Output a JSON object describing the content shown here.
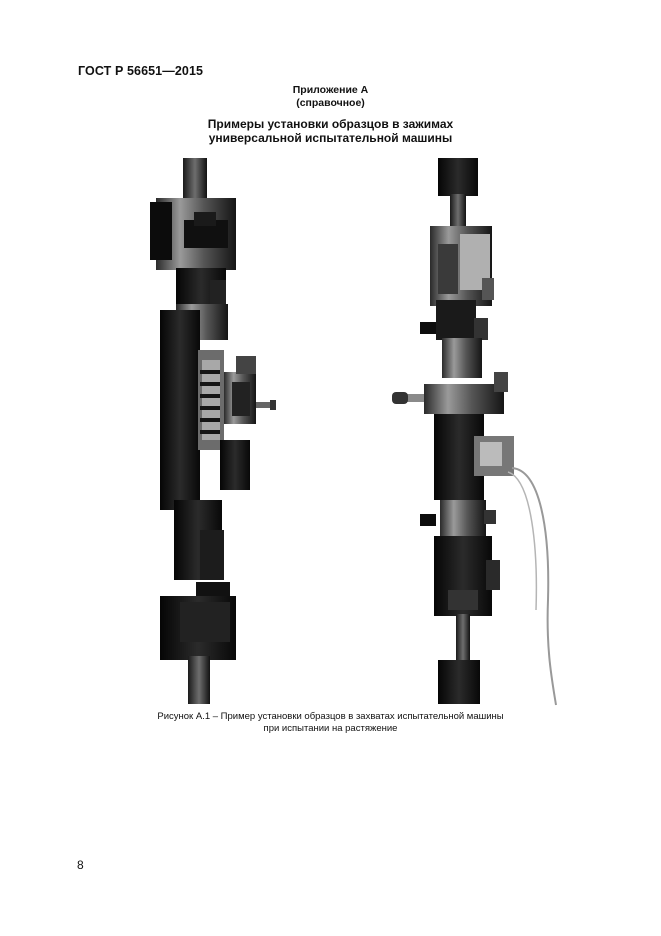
{
  "header": {
    "standard": "ГОСТ Р 56651—2015"
  },
  "appendix": {
    "label": "Приложение А",
    "kind": "(справочное)",
    "title_line1": "Примеры установки образцов в зажимах",
    "title_line2": "универсальной испытательной машины"
  },
  "figure": {
    "caption_line1": "Рисунок А.1 – Пример установки образцов в захватах испытательной машины",
    "caption_line2": "при испытании на растяжение"
  },
  "footer": {
    "page_number": "8"
  }
}
